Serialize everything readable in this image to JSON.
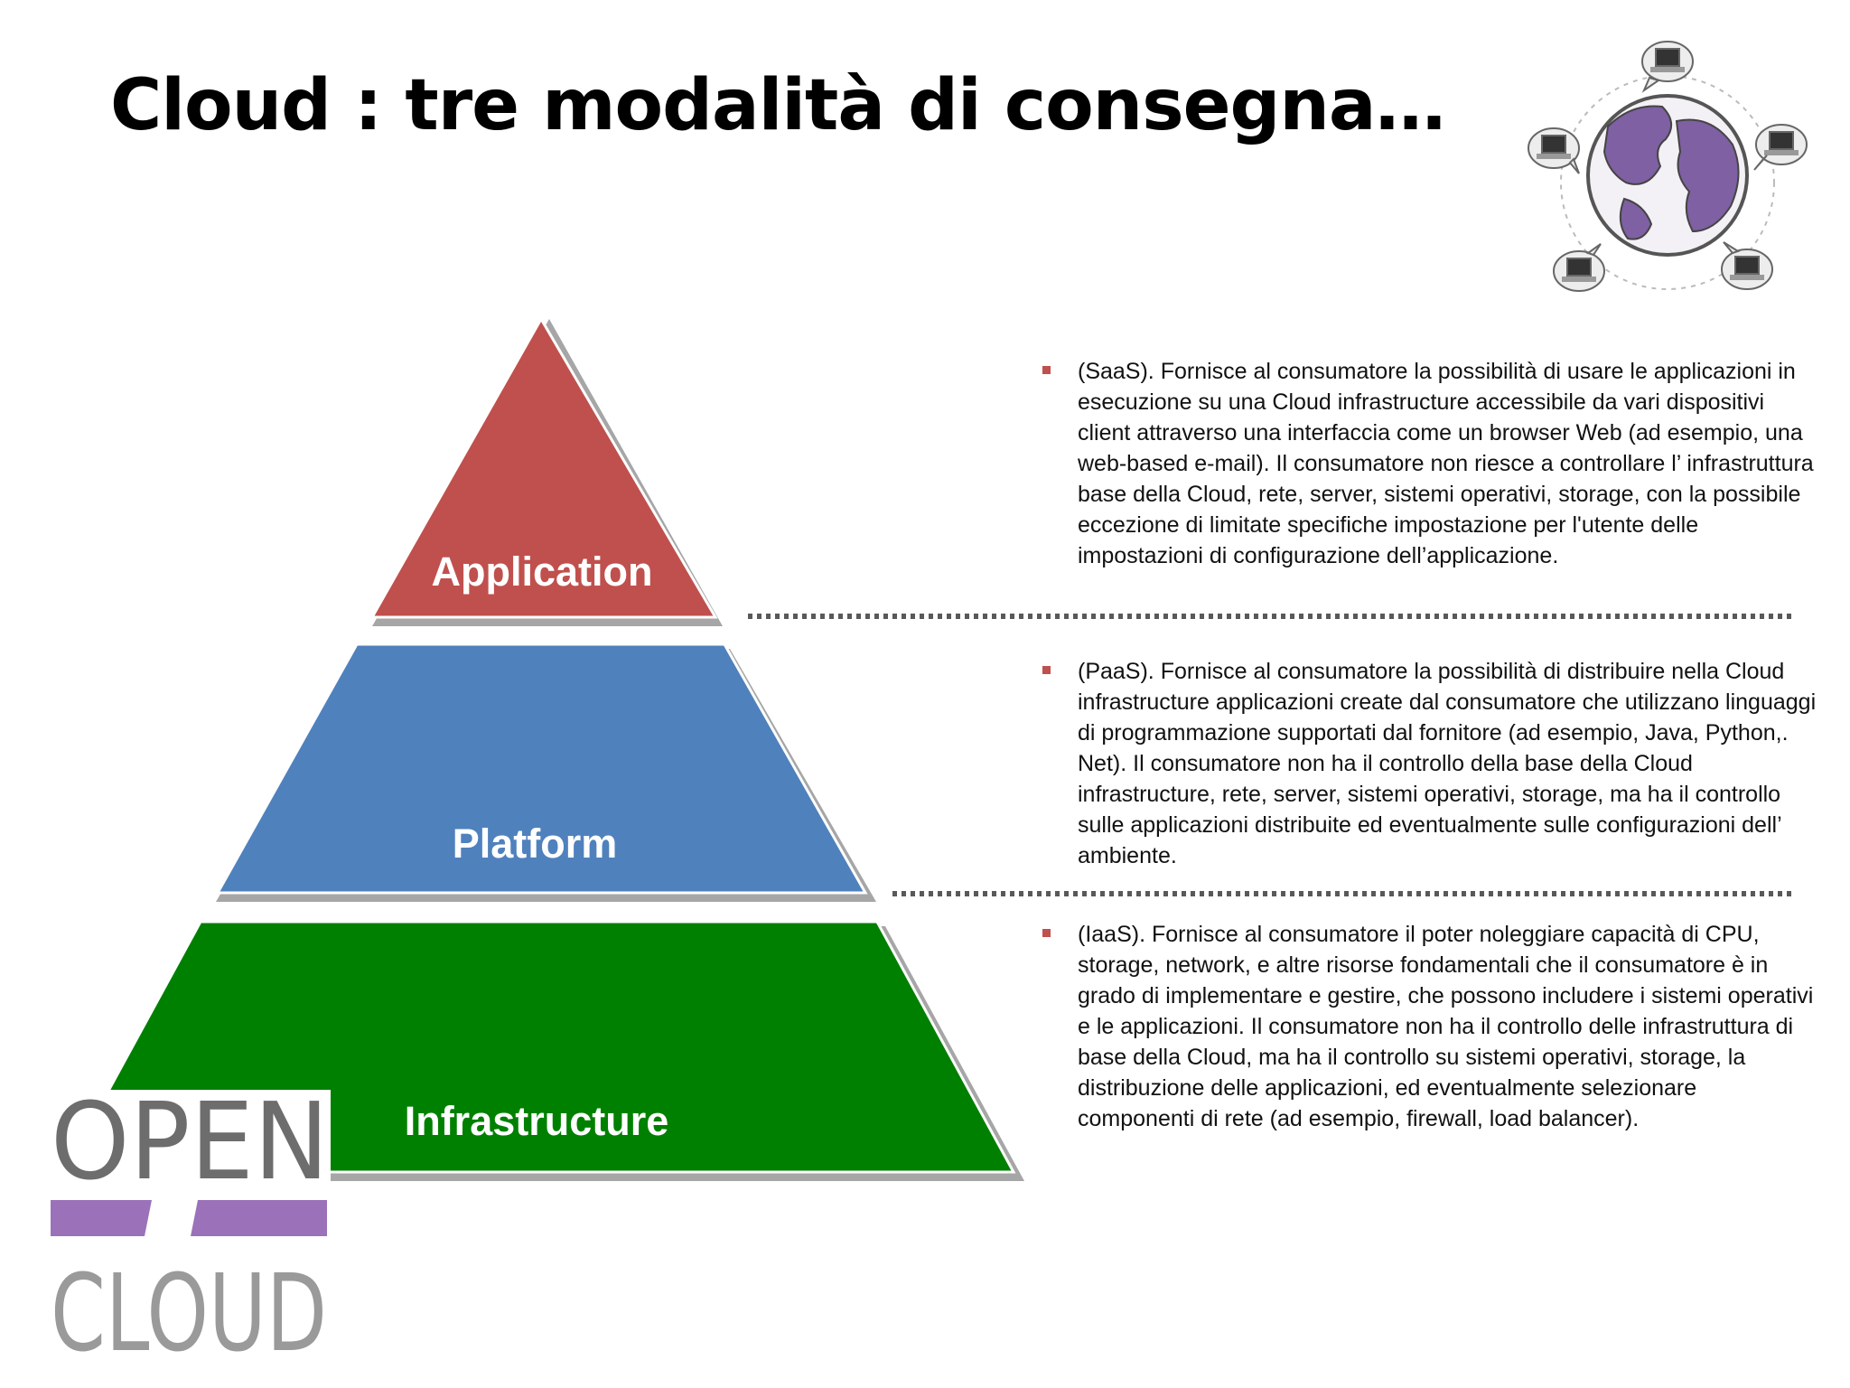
{
  "slide": {
    "title": "Cloud : tre modalità di consegna…"
  },
  "pyramid": {
    "tiers": [
      {
        "label": "Application",
        "color": "#c0504d"
      },
      {
        "label": "Platform",
        "color": "#4f81bd"
      },
      {
        "label": "Infrastructure",
        "color": "#008000"
      }
    ],
    "shadow_color": "#a6a6a6",
    "divider_color": "#595959"
  },
  "bullets": [
    {
      "text": "(SaaS). Fornisce al consumatore la possibilità di usare le applicazioni in esecuzione su una Cloud infrastructure accessibile da vari dispositivi client attraverso una interfaccia come un browser Web (ad esempio, una web-based e-mail). Il consumatore non riesce a controllare l’ infrastruttura base della Cloud, rete, server, sistemi operativi, storage, con la possibile eccezione di limitate specifiche impostazione per l'utente delle impostazioni di configurazione dell’applicazione."
    },
    {
      "text": "(PaaS). Fornisce al consumatore la possibilità di distribuire nella Cloud infrastructure applicazioni create dal consumatore che utilizzano linguaggi di programmazione supportati dal fornitore (ad esempio, Java, Python,. Net). Il consumatore non ha il controllo della base della Cloud infrastructure, rete, server, sistemi operativi, storage, ma ha il controllo sulle applicazioni distribuite ed eventualmente sulle configurazioni dell’ ambiente."
    },
    {
      "text": "(IaaS). Fornisce al consumatore il poter noleggiare capacità di CPU, storage, network, e altre risorse fondamentali che il consumatore è in grado di implementare e gestire, che possono includere i sistemi operativi e le applicazioni. Il consumatore non ha il controllo delle infrastruttura di base della Cloud, ma ha il controllo su sistemi operativi, storage, la distribuzione delle applicazioni, ed eventualmente selezionare componenti di rete (ad esempio, firewall, load balancer)."
    }
  ],
  "bullet_color": "#c0504d",
  "logo": {
    "line1": "OPEN",
    "line2": "CLOUD",
    "text_color": "#6d6d6d",
    "bar_color": "#9b72b9"
  },
  "globe": {
    "icon": "globe-with-laptops-icon",
    "land_color": "#7e60a3"
  }
}
